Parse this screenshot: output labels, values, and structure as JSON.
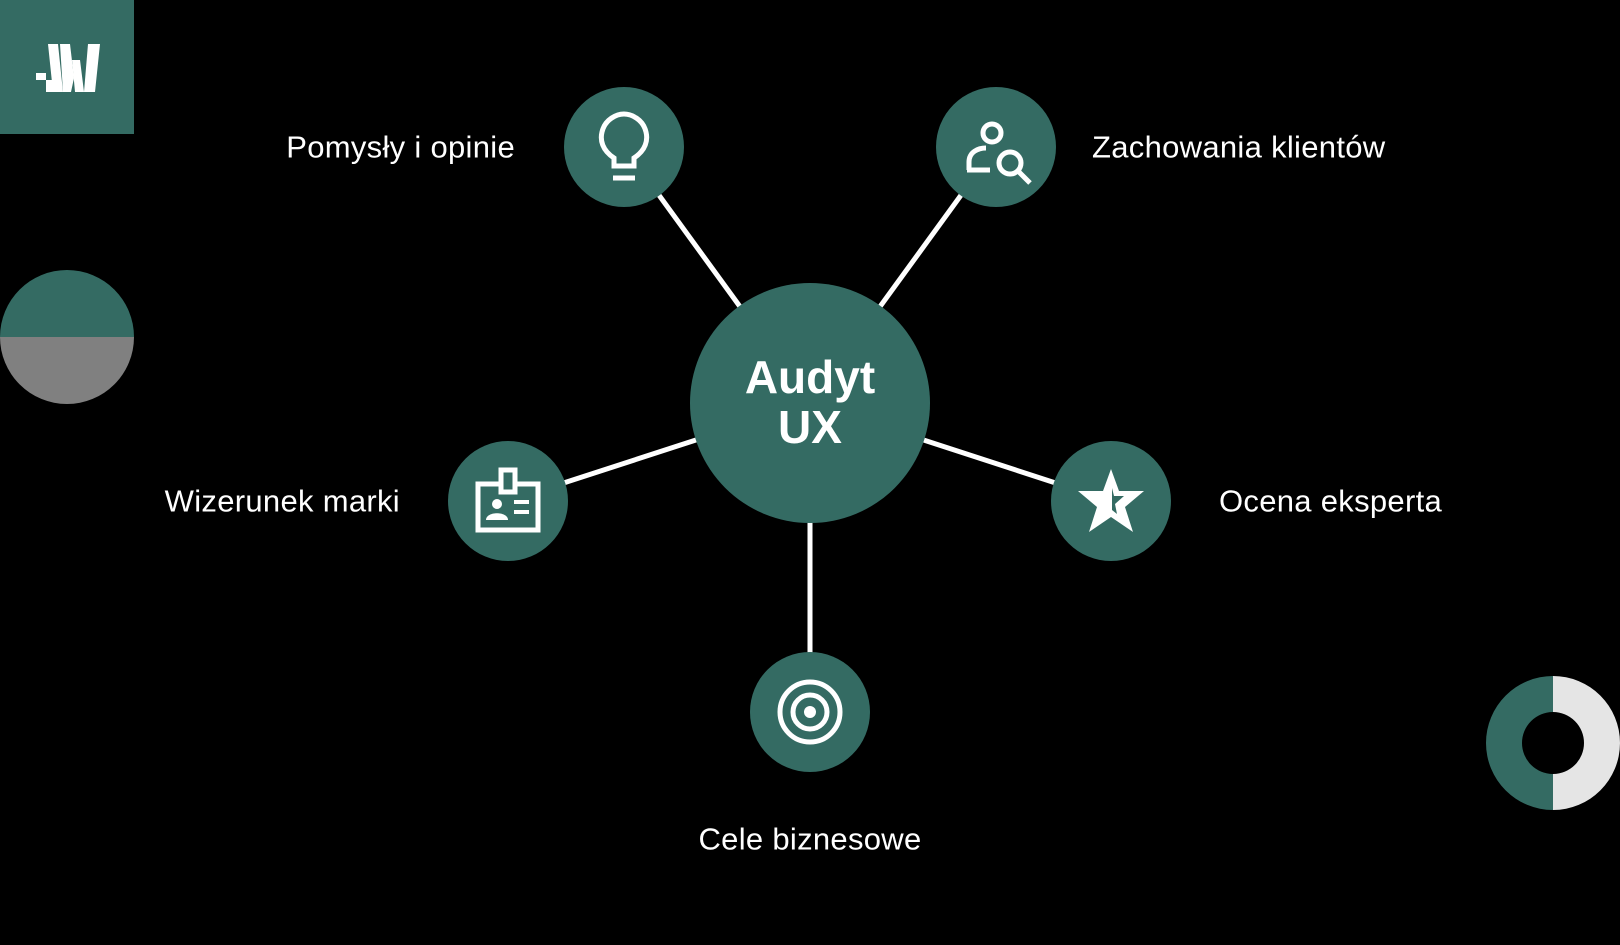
{
  "logo": {
    "text": "W"
  },
  "center": {
    "line1": "Audyt",
    "line2": "UX"
  },
  "nodes": [
    {
      "label": "Pomysły i opinie",
      "icon": "lightbulb-icon"
    },
    {
      "label": "Zachowania klientów",
      "icon": "user-search-icon"
    },
    {
      "label": "Wizerunek marki",
      "icon": "id-badge-icon"
    },
    {
      "label": "Ocena eksperta",
      "icon": "star-icon"
    },
    {
      "label": "Cele biznesowe",
      "icon": "target-icon"
    }
  ],
  "colors": {
    "teal": "#346b63",
    "gray": "#808080",
    "light": "#e5e5e5",
    "background": "#000000",
    "line": "#ffffff"
  }
}
